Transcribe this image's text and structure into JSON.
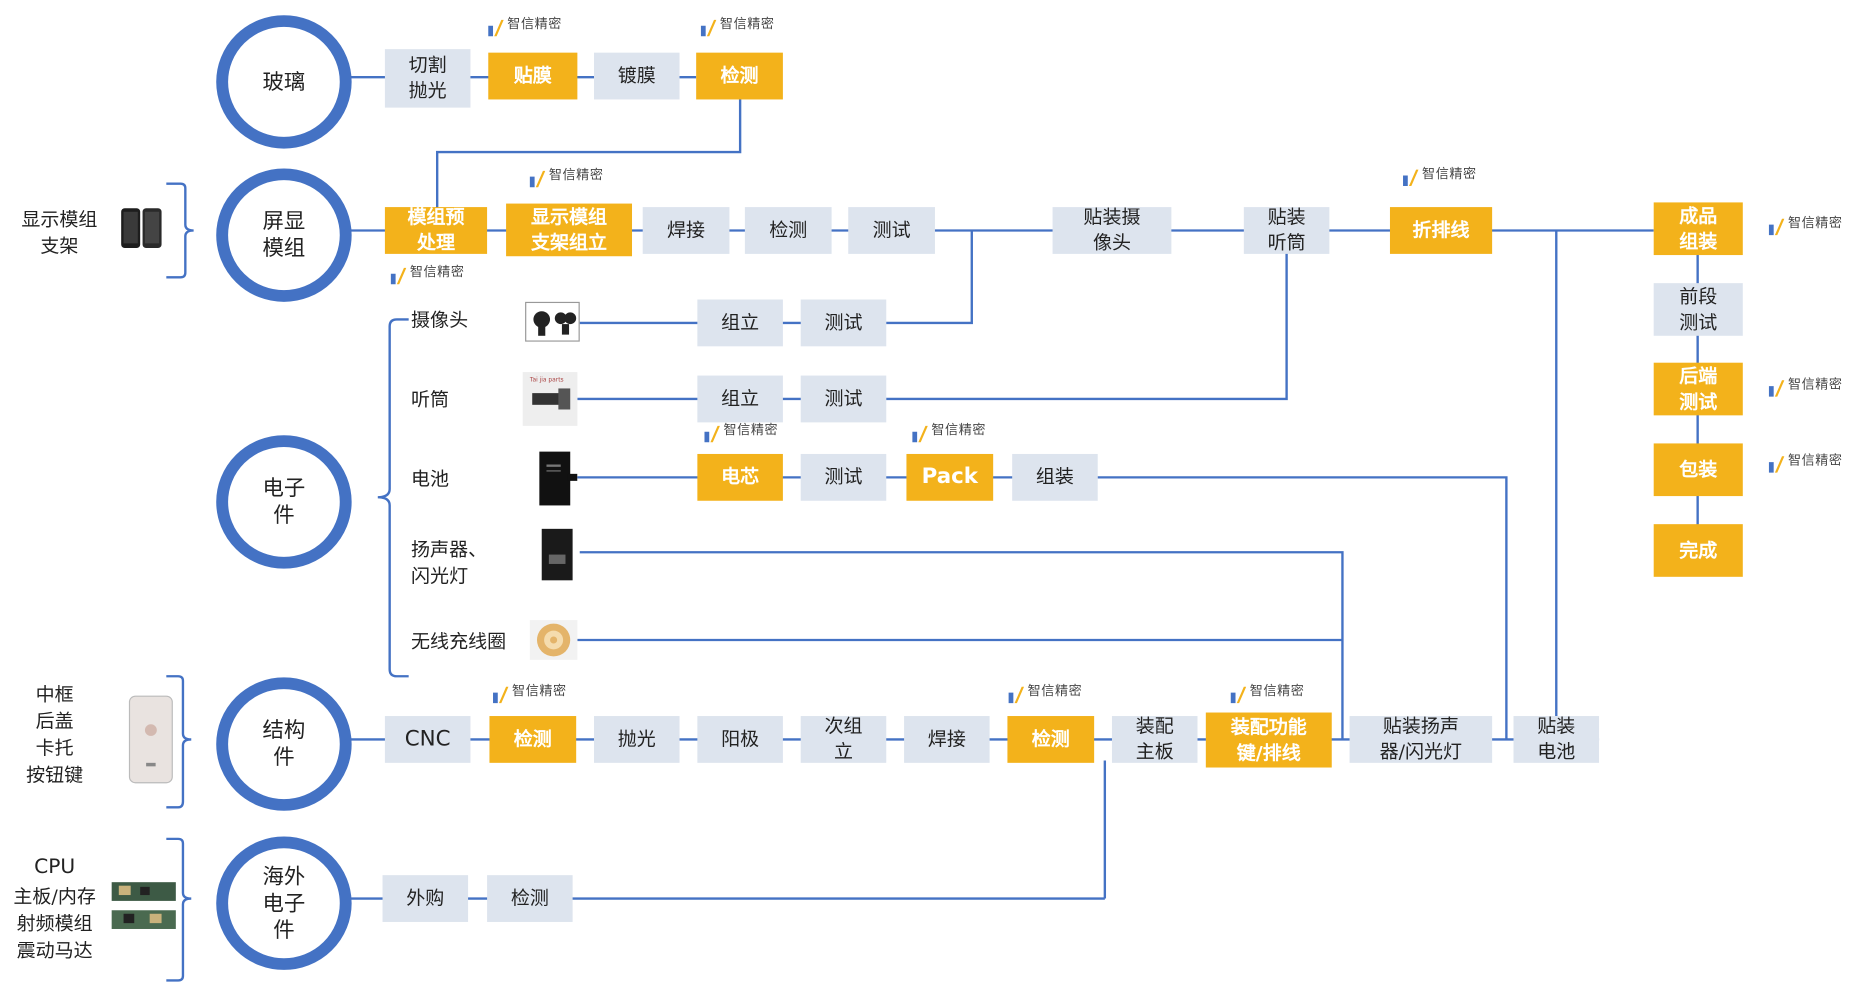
{
  "colors": {
    "line": "#4472c4",
    "highlight": "#f3b21b",
    "normal": "#dde4ee"
  },
  "logo": {
    "text": "智信精密",
    "icon": "zhixin-logo-icon"
  },
  "categories": {
    "glass": "玻璃",
    "display": "屏显\n模组",
    "electronic": "电子\n件",
    "structural": "结构\n件",
    "overseas": "海外\n电子\n件"
  },
  "left_labels": {
    "display": "显示模组\n支架",
    "structural": "中框\n后盖\n卡托\n按钮键",
    "overseas_cpu": "CPU",
    "overseas_rest": "主板/内存\n射频模组\n震动马达"
  },
  "components": {
    "camera": "摄像头",
    "earpiece": "听筒",
    "battery": "电池",
    "speaker": "扬声器、\n闪光灯",
    "wireless": "无线充线圈"
  },
  "steps": {
    "glass_cut": "切割\n抛光",
    "glass_film": "贴膜",
    "glass_coat": "镀膜",
    "glass_inspect": "检测",
    "disp_pre": "模组预\n处理",
    "disp_frame": "显示模组\n支架组立",
    "disp_weld": "焊接",
    "disp_inspect": "检测",
    "disp_test": "测试",
    "disp_camera": "贴装摄\n像头",
    "disp_earpiece": "贴装\n听筒",
    "disp_flex": "折排线",
    "cam_assemble": "组立",
    "cam_test": "测试",
    "ear_assemble": "组立",
    "ear_test": "测试",
    "bat_cell": "电芯",
    "bat_test": "测试",
    "bat_pack": "Pack",
    "bat_assemble": "组装",
    "str_cnc": "CNC",
    "str_inspect": "检测",
    "str_polish": "抛光",
    "str_anodize": "阳极",
    "str_sub": "次组\n立",
    "str_weld": "焊接",
    "str_inspect2": "检测",
    "str_board": "装配\n主板",
    "str_func": "装配功能\n键/排线",
    "str_speaker": "贴装扬声\n器/闪光灯",
    "str_battery": "贴装\n电池",
    "ovs_buy": "外购",
    "ovs_inspect": "检测",
    "fin_product": "成品\n组装",
    "fin_front": "前段\n测试",
    "fin_back": "后端\n测试",
    "fin_pack": "包装",
    "fin_done": "完成"
  }
}
